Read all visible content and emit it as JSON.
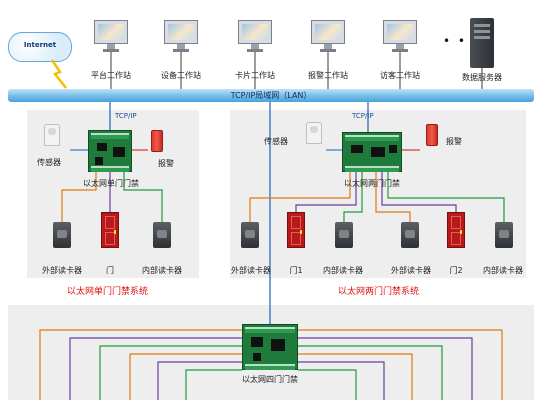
{
  "network": {
    "cloud_label": "Internet",
    "lan_label": "TCP/IP局域网（LAN）",
    "tcp_label": "TCP/IP",
    "workstations": [
      "平台工作站",
      "设备工作站",
      "卡片工作站",
      "报警工作站",
      "访客工作站"
    ],
    "server_label": "数据服务器",
    "dots": "• • •"
  },
  "single_door": {
    "sensor_label": "传感器",
    "alarm_label": "报警",
    "controller_label": "以太网单门门禁",
    "reader_out_label": "外部读卡器",
    "door_label": "门",
    "reader_in_label": "内部读卡器",
    "caption": "以太网单门门禁系统"
  },
  "two_door": {
    "sensor_label": "传感器",
    "alarm_label": "报警",
    "controller_label": "以太网两门门禁",
    "reader_out_label_1": "外部读卡器",
    "door_label_1": "门1",
    "reader_in_label_1": "内部读卡器",
    "reader_out_label_2": "外部读卡器",
    "door_label_2": "门2",
    "reader_in_label_2": "内部读卡器",
    "caption": "以太网两门门禁系统"
  },
  "four_door": {
    "controller_label": "以太网四门门禁"
  },
  "colors": {
    "wire_orange": "#e07a10",
    "wire_purple": "#6a3fa0",
    "wire_green": "#1e9a3a",
    "wire_blue": "#1f5fbf",
    "wire_red": "#d01010",
    "caption_red": "#e01010"
  }
}
